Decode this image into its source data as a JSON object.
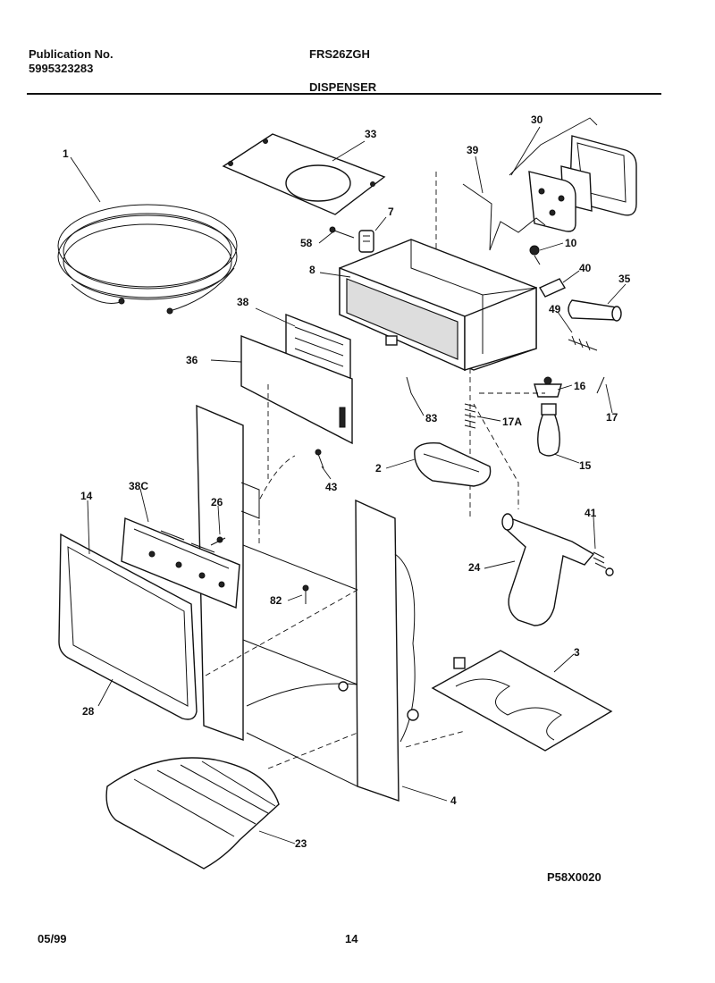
{
  "header": {
    "publication_label": "Publication No.",
    "publication_number": "5995323283",
    "model": "FRS26ZGH",
    "section": "DISPENSER"
  },
  "footer": {
    "date": "05/99",
    "page": "14",
    "diagram_code": "P58X0020"
  },
  "callouts": [
    {
      "id": "1",
      "label": "1"
    },
    {
      "id": "33",
      "label": "33"
    },
    {
      "id": "30",
      "label": "30"
    },
    {
      "id": "39",
      "label": "39"
    },
    {
      "id": "7",
      "label": "7"
    },
    {
      "id": "58",
      "label": "58"
    },
    {
      "id": "10",
      "label": "10"
    },
    {
      "id": "8",
      "label": "8"
    },
    {
      "id": "40",
      "label": "40"
    },
    {
      "id": "35",
      "label": "35"
    },
    {
      "id": "38",
      "label": "38"
    },
    {
      "id": "49",
      "label": "49"
    },
    {
      "id": "36",
      "label": "36"
    },
    {
      "id": "16",
      "label": "16"
    },
    {
      "id": "17",
      "label": "17"
    },
    {
      "id": "83",
      "label": "83"
    },
    {
      "id": "17A",
      "label": "17A"
    },
    {
      "id": "15",
      "label": "15"
    },
    {
      "id": "2",
      "label": "2"
    },
    {
      "id": "43",
      "label": "43"
    },
    {
      "id": "14",
      "label": "14"
    },
    {
      "id": "38C",
      "label": "38C"
    },
    {
      "id": "26",
      "label": "26"
    },
    {
      "id": "41",
      "label": "41"
    },
    {
      "id": "24",
      "label": "24"
    },
    {
      "id": "82",
      "label": "82"
    },
    {
      "id": "3",
      "label": "3"
    },
    {
      "id": "28",
      "label": "28"
    },
    {
      "id": "4",
      "label": "4"
    },
    {
      "id": "23",
      "label": "23"
    }
  ]
}
